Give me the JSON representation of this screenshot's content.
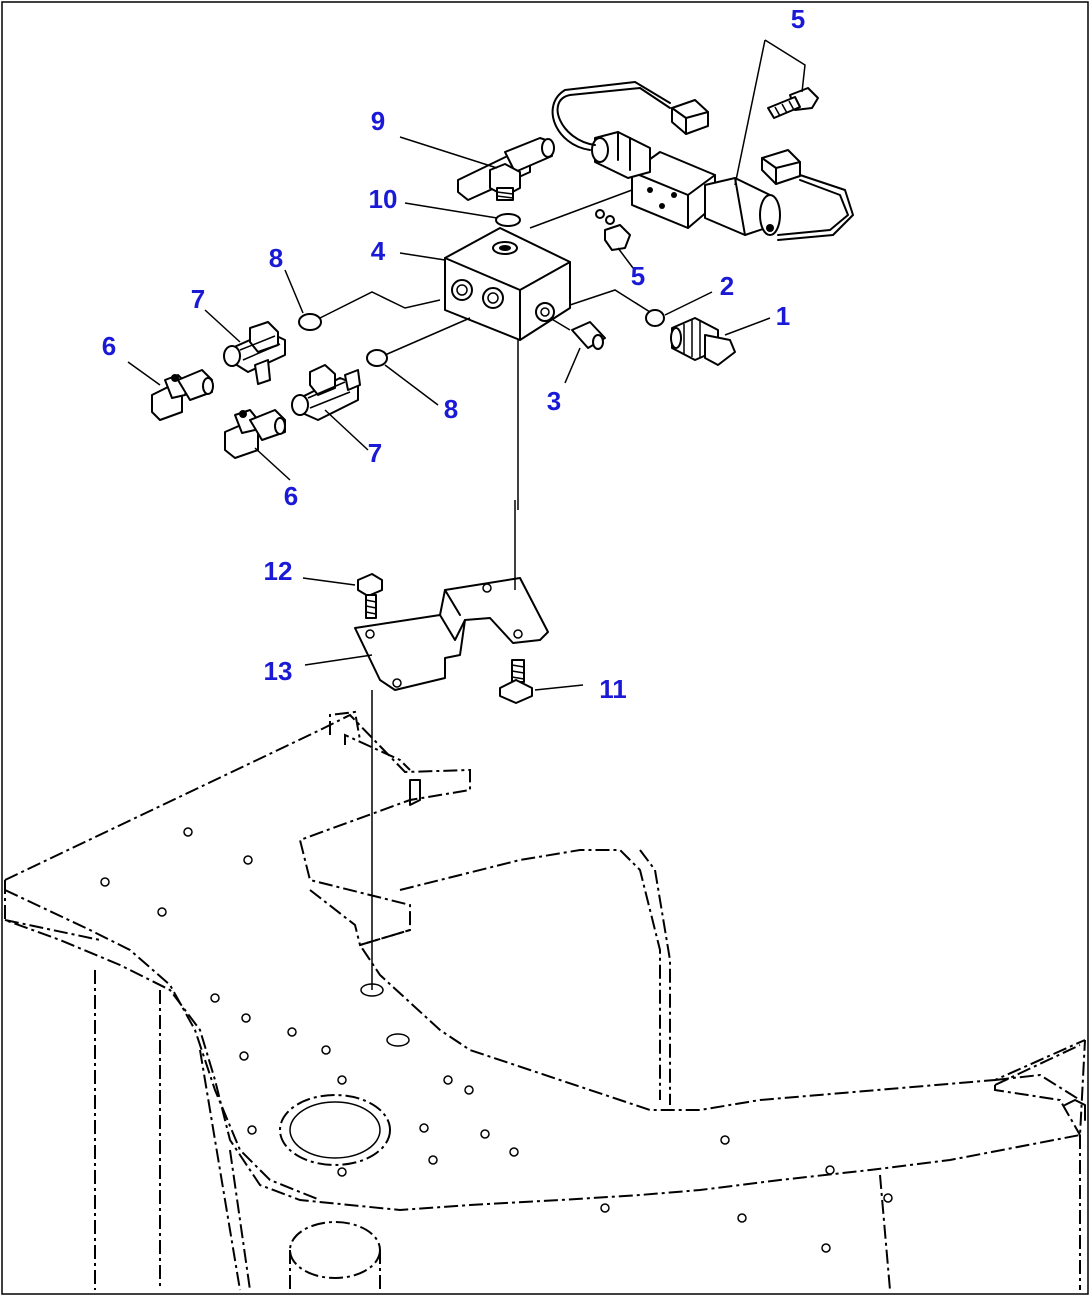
{
  "callouts": [
    {
      "id": "c1",
      "label": "1"
    },
    {
      "id": "c2",
      "label": "2"
    },
    {
      "id": "c3",
      "label": "3"
    },
    {
      "id": "c4",
      "label": "4"
    },
    {
      "id": "c5a",
      "label": "5"
    },
    {
      "id": "c5b",
      "label": "5"
    },
    {
      "id": "c6a",
      "label": "6"
    },
    {
      "id": "c6b",
      "label": "6"
    },
    {
      "id": "c7a",
      "label": "7"
    },
    {
      "id": "c7b",
      "label": "7"
    },
    {
      "id": "c8a",
      "label": "8"
    },
    {
      "id": "c8b",
      "label": "8"
    },
    {
      "id": "c9",
      "label": "9"
    },
    {
      "id": "c10",
      "label": "10"
    },
    {
      "id": "c11",
      "label": "11"
    },
    {
      "id": "c12",
      "label": "12"
    },
    {
      "id": "c13",
      "label": "13"
    }
  ],
  "colors": {
    "callout": "#1a1ad6",
    "line": "#000000",
    "background": "#ffffff"
  }
}
